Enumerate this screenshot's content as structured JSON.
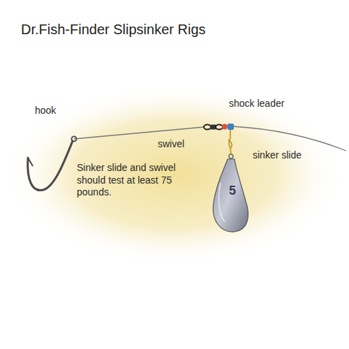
{
  "diagram": {
    "title": "Dr.Fish-Finder Slipsinker Rigs",
    "labels": [
      "hook",
      "shock leader",
      "swivel",
      "sinker slide",
      "Sinker slide and swivel should test at least 75 pounds.",
      "5"
    ]
  }
}
